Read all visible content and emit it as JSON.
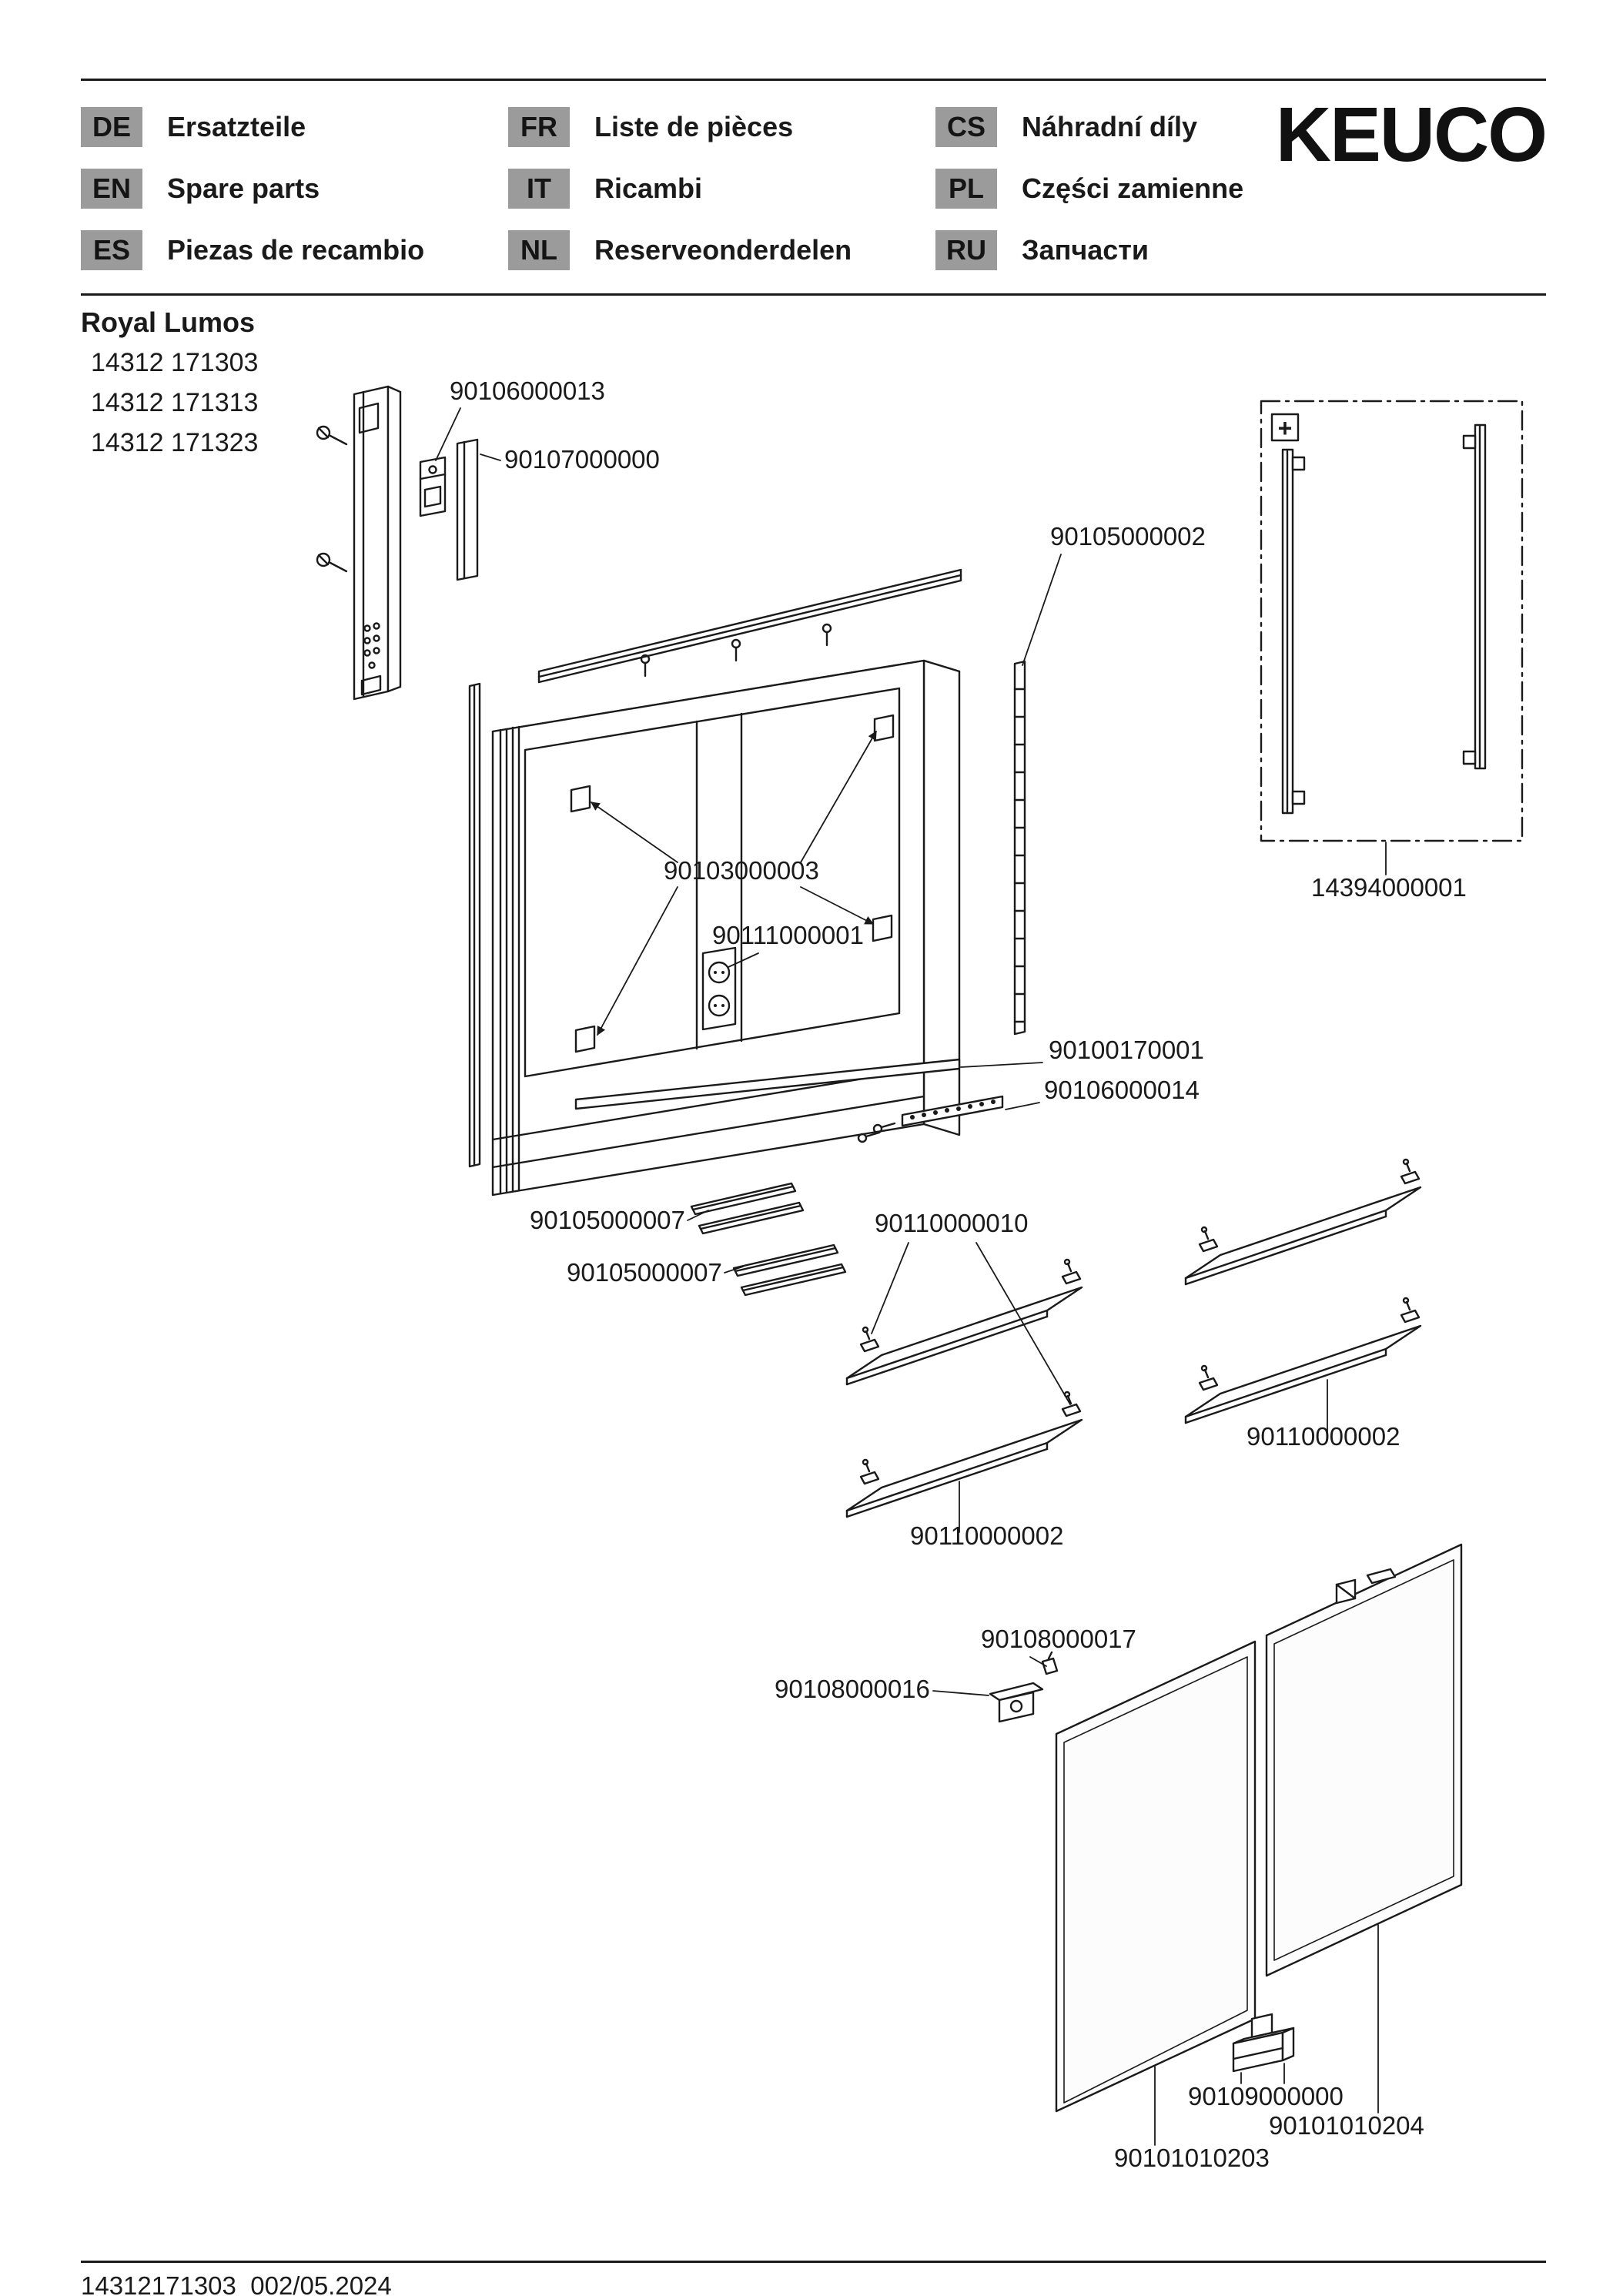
{
  "header": {
    "languages": [
      {
        "code": "DE",
        "label": "Ersatzteile"
      },
      {
        "code": "EN",
        "label": "Spare parts"
      },
      {
        "code": "ES",
        "label": "Piezas de recambio"
      },
      {
        "code": "FR",
        "label": "Liste de pièces"
      },
      {
        "code": "IT",
        "label": "Ricambi"
      },
      {
        "code": "NL",
        "label": "Reserveonderdelen"
      },
      {
        "code": "CS",
        "label": "Náhradní díly"
      },
      {
        "code": "PL",
        "label": "Części zamienne"
      },
      {
        "code": "RU",
        "label": "Запчасти"
      }
    ],
    "logo_text": "KEUCO",
    "badge_color": "#9b9b9b",
    "ink_color": "#1a1a1a"
  },
  "product": {
    "series": "Royal Lumos",
    "models": [
      "14312 171303",
      "14312 171313",
      "14312 171323"
    ]
  },
  "diagram": {
    "plus_symbol": "+",
    "parts": {
      "hinge_plate_top": "90106000013",
      "cover_profile": "90107000000",
      "light_profile_side": "90105000002",
      "hinge_set": "90103000003",
      "socket_module": "90111000001",
      "bottom_profile": "90100170001",
      "led_strip": "90106000014",
      "glass_profile_upper": "90105000007",
      "glass_profile_lower": "90105000007",
      "shelf_set": "90110000010",
      "shelf_center": "90110000002",
      "shelf_right": "90110000002",
      "handle_kit": "14394000001",
      "hinge_small": "90108000017",
      "hinge_mount": "90108000016",
      "door_damper": "90109000000",
      "door_right": "90101010204",
      "door_left": "90101010203"
    }
  },
  "footer": {
    "doc_number": "14312171303_002/05.2024"
  }
}
